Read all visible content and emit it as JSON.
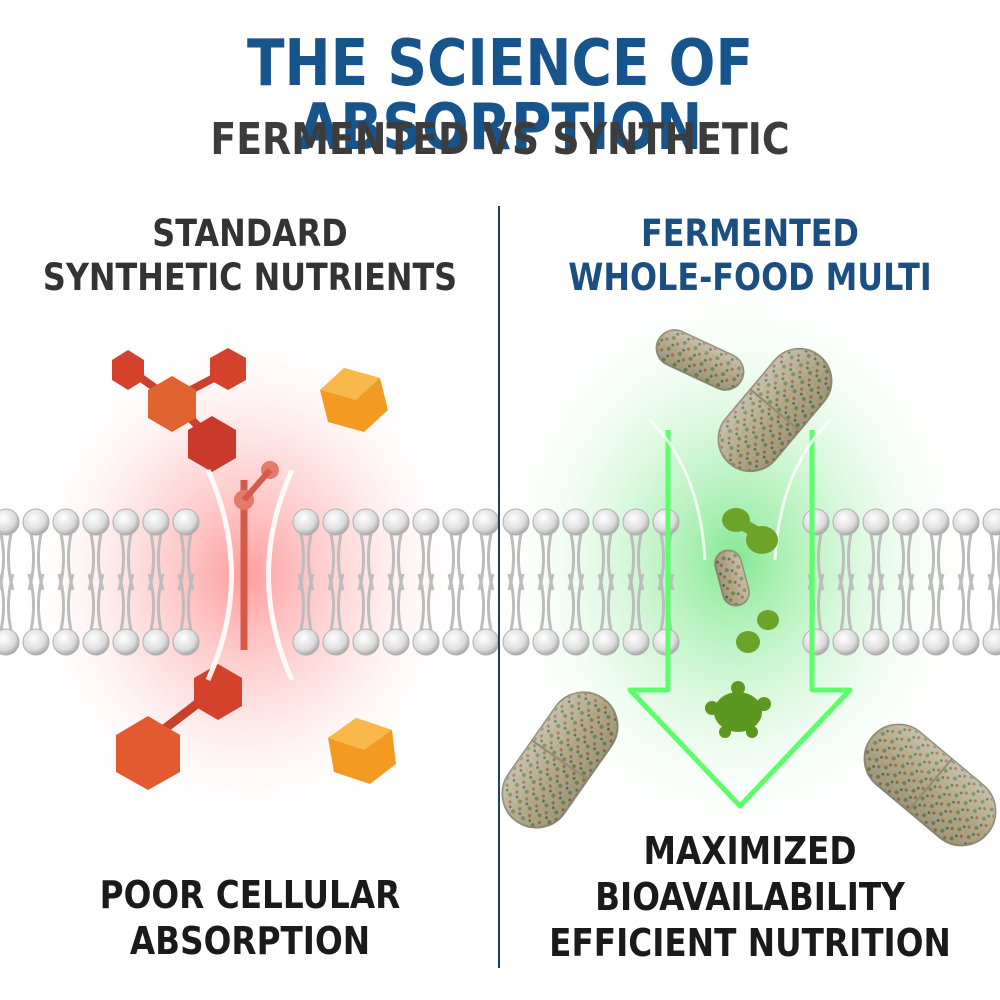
{
  "title": "THE SCIENCE OF ABSORPTION",
  "subtitle": "FERMENTED VS SYNTHETIC",
  "left": {
    "heading_line1": "STANDARD",
    "heading_line2": "SYNTHETIC NUTRIENTS",
    "footer_line1": "POOR CELLULAR",
    "footer_line2": "ABSORPTION"
  },
  "right": {
    "heading_line1": "FERMENTED",
    "heading_line2": "WHOLE-FOOD MULTI",
    "footer_line1": "MAXIMIZED",
    "footer_line2": "BIOAVAILABILITY",
    "footer_line3": "EFFICIENT NUTRITION"
  },
  "colors": {
    "title": "#17548c",
    "subtitle": "#3c3c3c",
    "synthetic_glow": "#ff5a5a",
    "fermented_glow": "#3ddc4a",
    "membrane": "#d8d8d8",
    "synthetic_molecule": "#d9452f",
    "synthetic_cube": "#f08a1c"
  },
  "icons": [
    "cell-membrane",
    "synthetic-molecule",
    "orange-cube",
    "capsule",
    "probiotic-cell",
    "down-arrow"
  ]
}
